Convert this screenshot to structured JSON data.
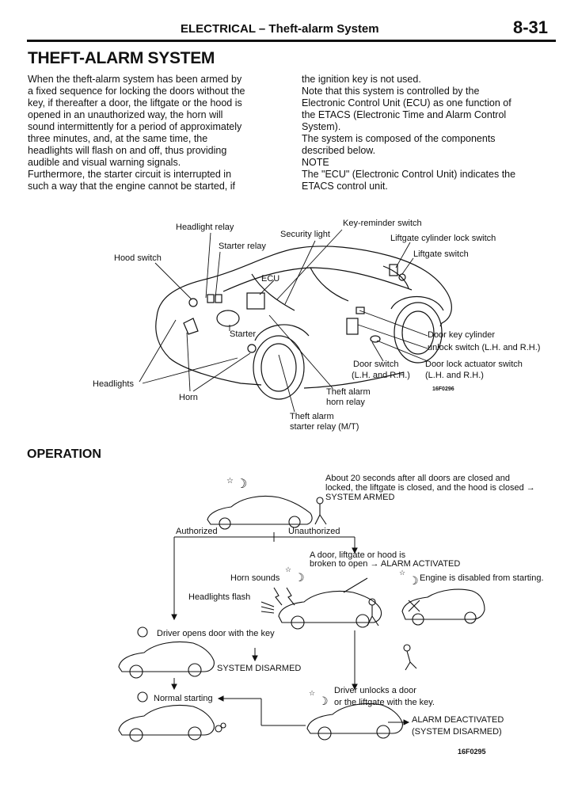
{
  "header": {
    "title": "ELECTRICAL – Theft-alarm System",
    "page_number": "8-31"
  },
  "main_title": "THEFT-ALARM SYSTEM",
  "intro": {
    "left_lines": [
      "When the theft-alarm system has been armed by",
      "a fixed sequence for locking the doors without the",
      "key, if thereafter a door, the liftgate or the hood is",
      "opened in an unauthorized way, the horn will",
      "sound intermittently for a period of approximately",
      "three minutes, and, at the same time, the",
      "headlights will flash on and off, thus providing",
      "audible and visual warning signals.",
      "Furthermore, the starter circuit is interrupted in",
      "such a way that the engine cannot be started, if"
    ],
    "right_lines": [
      "the ignition key is not used.",
      "Note that this system is controlled by the",
      "Electronic Control Unit (ECU) as one function of",
      "the ETACS (Electronic Time and Alarm Control",
      "System).",
      "The system is composed of the components",
      "described below.",
      "NOTE",
      "The \"ECU\" (Electronic Control Unit) indicates the",
      "ETACS control unit."
    ]
  },
  "components": {
    "headlight_relay": "Headlight relay",
    "security_light": "Security light",
    "key_reminder_switch": "Key-reminder switch",
    "liftgate_cylinder_lock_switch": "Liftgate cylinder lock switch",
    "starter_relay": "Starter relay",
    "liftgate_switch": "Liftgate switch",
    "hood_switch": "Hood switch",
    "ecu": "ECU",
    "starter": "Starter",
    "door_key_cylinder_1": "Door key cylinder",
    "door_key_cylinder_2": "unlock switch (L.H. and R.H.)",
    "door_switch_1": "Door switch",
    "door_switch_2": "(L.H. and R.H.)",
    "door_lock_actuator_1": "Door lock actuator switch",
    "door_lock_actuator_2": "(L.H. and R.H.)",
    "headlights": "Headlights",
    "horn": "Horn",
    "theft_alarm_horn_relay_1": "Theft alarm",
    "theft_alarm_horn_relay_2": "horn relay",
    "theft_alarm_starter_relay_1": "Theft alarm",
    "theft_alarm_starter_relay_2": "starter relay (M/T)",
    "figure_code": "16F0296"
  },
  "operation": {
    "title": "OPERATION",
    "armed_1": "About 20 seconds after all doors are closed and",
    "armed_2": "locked, the liftgate is closed, and the hood is closed →",
    "armed_3": "SYSTEM ARMED",
    "authorized": "Authorized",
    "unauthorized": "Unauthorized",
    "broken_1": "A door, liftgate or hood is",
    "broken_2": "broken to open → ALARM ACTIVATED",
    "horn_sounds": "Horn sounds",
    "engine_disabled": "Engine is disabled from starting.",
    "headlights_flash": "Headlights flash",
    "driver_opens": "Driver opens door with the key",
    "system_disarmed": "SYSTEM DISARMED",
    "normal_starting": "Normal starting",
    "driver_unlocks_1": "Driver unlocks a door",
    "driver_unlocks_2": "or the liftgate with the key.",
    "alarm_deactivated_1": "ALARM DEACTIVATED",
    "alarm_deactivated_2": "(SYSTEM DISARMED)",
    "figure_code": "16F0295"
  }
}
